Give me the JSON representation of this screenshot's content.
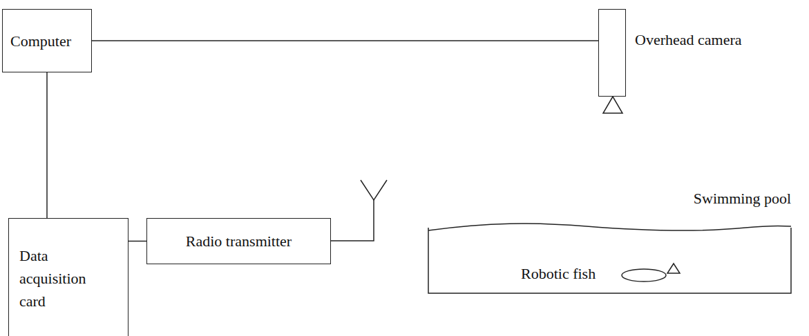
{
  "diagram": {
    "nodes": [
      {
        "text": [
          "Computer"
        ]
      },
      {
        "text": [
          "Overhead camera"
        ]
      },
      {
        "text": [
          "Data acquisition card"
        ]
      },
      {
        "text": [
          "Radio transmitter"
        ]
      },
      {
        "text": [
          "Swimming pool"
        ]
      },
      {
        "text": [
          "Robotic fish"
        ],
        "in": 4
      }
    ],
    "edges": [
      {
        "from": 0,
        "to": 1,
        "arrow": "none"
      },
      {
        "from": 0,
        "to": 2,
        "arrow": "none"
      },
      {
        "from": 2,
        "to": 3,
        "arrow": "none"
      }
    ]
  }
}
